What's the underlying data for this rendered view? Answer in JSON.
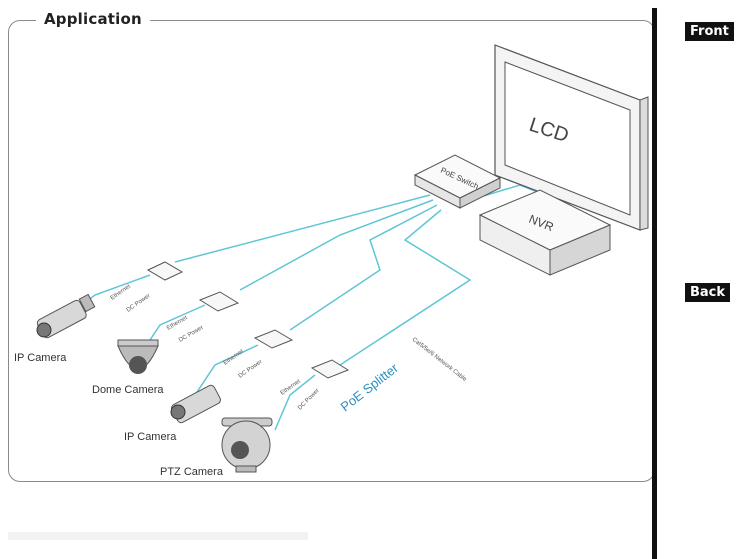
{
  "section": {
    "title": "Application"
  },
  "side_tags": {
    "front": "Front",
    "back": "Back"
  },
  "devices": {
    "lcd": "LCD",
    "nvr": "NVR",
    "poe_switch": "PoE Switch"
  },
  "cameras": {
    "ip_camera_1": "IP Camera",
    "dome_camera": "Dome Camera",
    "ip_camera_2": "IP Camera",
    "ptz_camera": "PTZ Camera"
  },
  "cable_labels": {
    "ethernet": "Ethernet",
    "dc_power": "DC Power",
    "cable": "Cat5/5e/6 Network Cable"
  },
  "splitter_label": "PoE Splitter",
  "colors": {
    "cable": "#5ec6d6",
    "accent_text": "#2a8fc0",
    "line": "#555555"
  }
}
